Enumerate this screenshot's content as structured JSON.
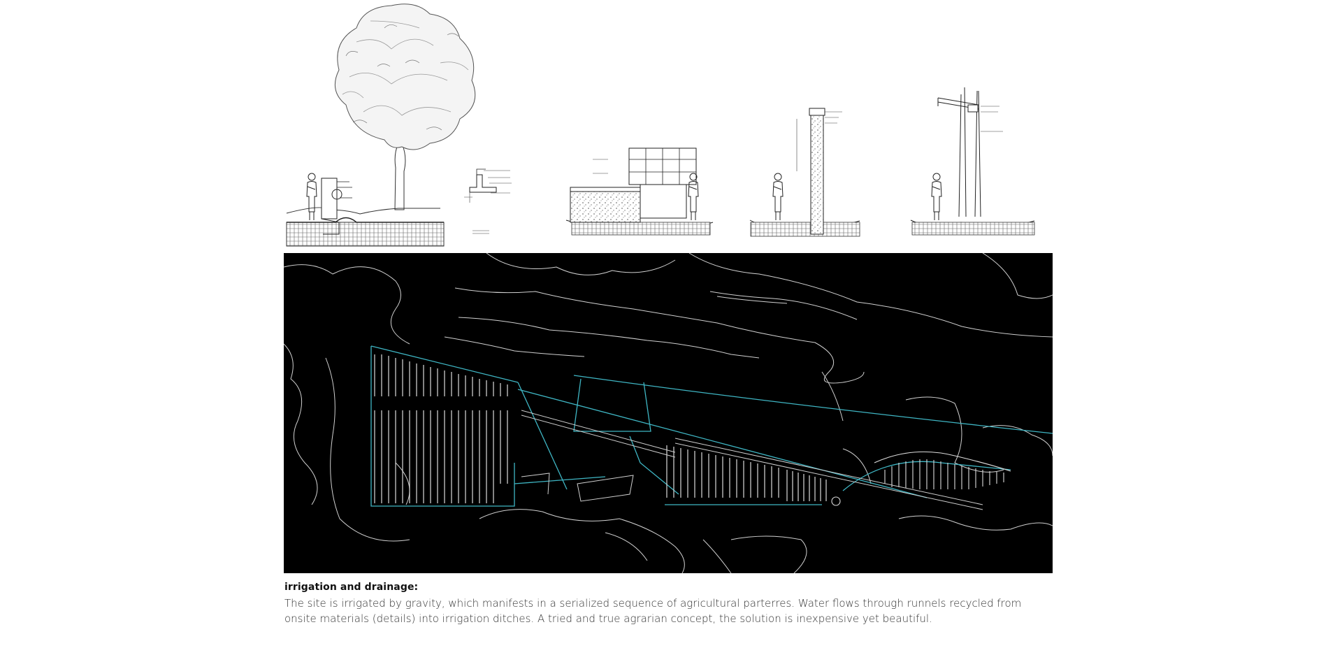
{
  "caption": {
    "title": "irrigation and drainage:",
    "body": "The site is irrigated by gravity, which manifests in a serialized sequence of agricultural parterres. Water flows through runnels recycled from onsite materials (details) into irrigation ditches. A tried and true agrarian concept, the solution is inexpensive yet beautiful."
  },
  "colors": {
    "background": "#ffffff",
    "plan_background": "#000000",
    "plan_linework": "#d9d9d9",
    "irrigation_lines": "#3fb6c4",
    "section_ink": "#222222"
  },
  "icons": {
    "tree": "tree-drawing",
    "human_figure": "person-scale-figure"
  }
}
